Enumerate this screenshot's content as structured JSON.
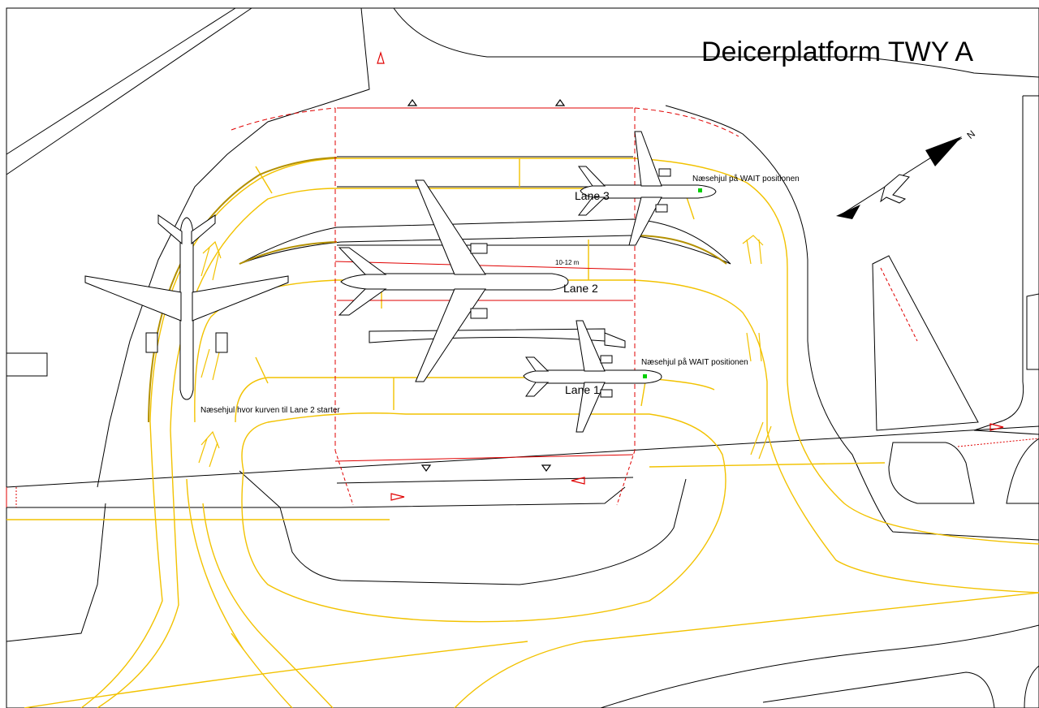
{
  "title": "Deicerplatform TWY A",
  "lanes": {
    "lane1": "Lane 1",
    "lane2": "Lane 2",
    "lane3": "Lane 3"
  },
  "notes": {
    "wait_lane3": "Næsehjul på WAIT positionen",
    "wait_lane1": "Næsehjul på WAIT positionen",
    "curve_start": "Næsehjul hvor kurven til Lane 2 starter"
  },
  "dimension": "10-12 m",
  "north_label": "N",
  "colors": {
    "pavement_edge": "#000000",
    "taxi_line": "#f2c200",
    "pad_boundary": "#e00000",
    "nose_marker": "#00d000"
  }
}
